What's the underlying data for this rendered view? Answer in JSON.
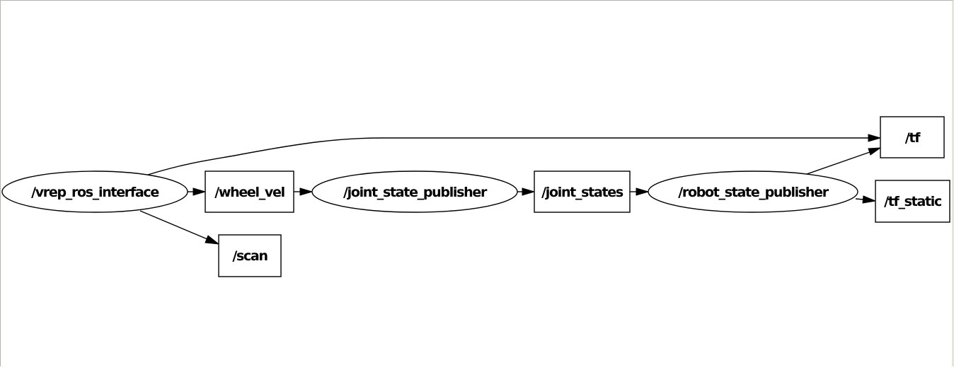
{
  "graph": {
    "nodes": {
      "vrep_ros_interface": {
        "label": "/vrep_ros_interface",
        "kind": "node"
      },
      "wheel_vel": {
        "label": "/wheel_vel",
        "kind": "topic"
      },
      "scan": {
        "label": "/scan",
        "kind": "topic"
      },
      "joint_state_publisher": {
        "label": "/joint_state_publisher",
        "kind": "node"
      },
      "joint_states": {
        "label": "/joint_states",
        "kind": "topic"
      },
      "robot_state_publisher": {
        "label": "/robot_state_publisher",
        "kind": "node"
      },
      "tf": {
        "label": "/tf",
        "kind": "topic"
      },
      "tf_static": {
        "label": "/tf_static",
        "kind": "topic"
      }
    },
    "edges": [
      {
        "from": "/vrep_ros_interface",
        "to": "/wheel_vel"
      },
      {
        "from": "/vrep_ros_interface",
        "to": "/scan"
      },
      {
        "from": "/vrep_ros_interface",
        "to": "/tf"
      },
      {
        "from": "/wheel_vel",
        "to": "/joint_state_publisher"
      },
      {
        "from": "/joint_state_publisher",
        "to": "/joint_states"
      },
      {
        "from": "/joint_states",
        "to": "/robot_state_publisher"
      },
      {
        "from": "/robot_state_publisher",
        "to": "/tf"
      },
      {
        "from": "/robot_state_publisher",
        "to": "/tf_static"
      }
    ]
  }
}
